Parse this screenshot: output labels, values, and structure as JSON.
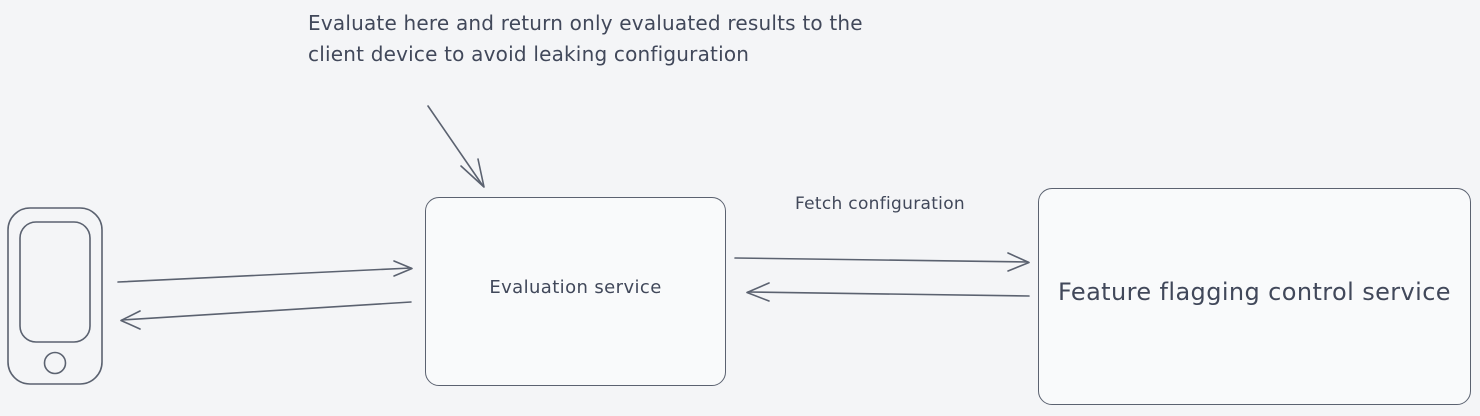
{
  "diagram": {
    "background_color": "#f4f5f7",
    "stroke_color": "#5b6270",
    "text_color": "#41485a",
    "node_fill_color": "#f9fafb",
    "nodes": [
      {
        "id": "client-device",
        "icon": "mobile-phone-icon",
        "label": ""
      },
      {
        "id": "evaluation-service",
        "label": "Evaluation service"
      },
      {
        "id": "feature-flagging-control-service",
        "label": "Feature flagging control service"
      }
    ],
    "edges": [
      {
        "id": "client-to-evaluation",
        "from": "client-device",
        "to": "evaluation-service",
        "label": "",
        "direction": "right"
      },
      {
        "id": "evaluation-to-client",
        "from": "evaluation-service",
        "to": "client-device",
        "label": "",
        "direction": "left"
      },
      {
        "id": "evaluation-to-control",
        "from": "evaluation-service",
        "to": "feature-flagging-control-service",
        "label": "Fetch configuration",
        "direction": "right"
      },
      {
        "id": "control-to-evaluation",
        "from": "feature-flagging-control-service",
        "to": "evaluation-service",
        "label": "",
        "direction": "left"
      }
    ],
    "annotations": [
      {
        "id": "evaluate-note",
        "text": "Evaluate here and return only evaluated results to the client device to avoid leaking configuration",
        "target": "evaluation-service"
      }
    ]
  }
}
